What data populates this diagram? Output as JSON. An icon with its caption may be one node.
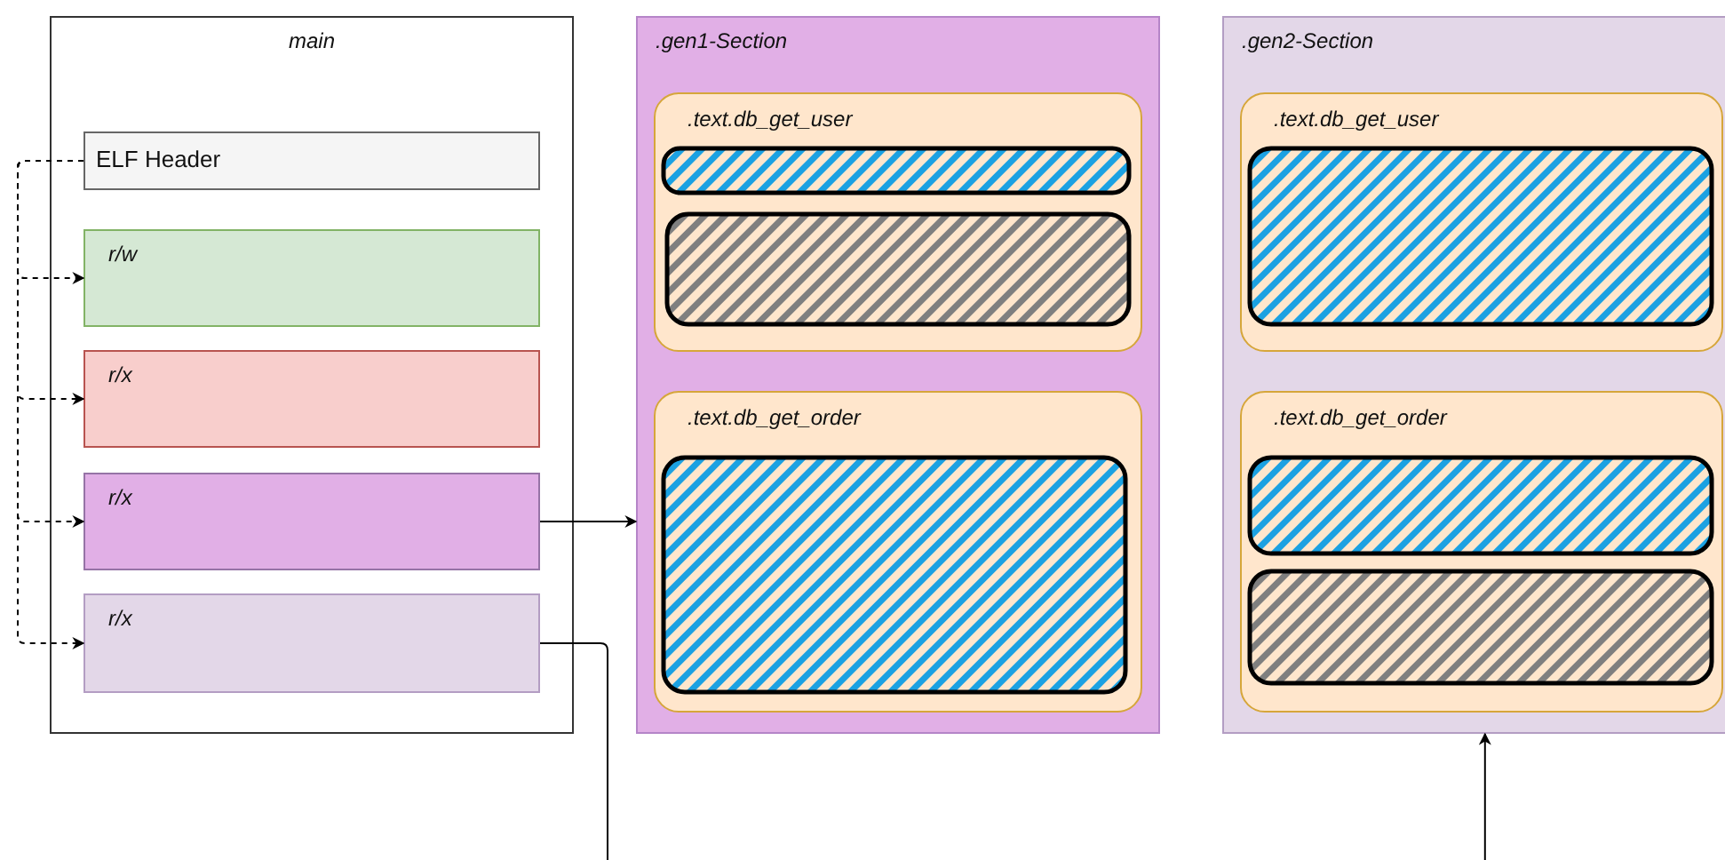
{
  "diagram": {
    "nodes": [
      {
        "text": [
          "main"
        ]
      },
      {
        "text": [
          "ELF Header"
        ],
        "in": 0
      },
      {
        "text": [
          "r/w"
        ],
        "in": 0
      },
      {
        "text": [
          "r/x"
        ],
        "in": 0
      },
      {
        "text": [
          "r/x"
        ],
        "in": 0
      },
      {
        "text": [
          "r/x"
        ],
        "in": 0
      },
      {
        "text": [
          ".gen1-Section"
        ]
      },
      {
        "text": [
          ".text.db_get_user"
        ],
        "in": 6
      },
      {
        "text": [],
        "shape": "box",
        "in": 7
      },
      {
        "text": [],
        "shape": "box",
        "in": 7
      },
      {
        "text": [
          ".text.db_get_order"
        ],
        "in": 6
      },
      {
        "text": [],
        "shape": "box",
        "in": 10
      },
      {
        "text": [
          ".gen2-Section"
        ]
      },
      {
        "text": [
          ".text.db_get_user"
        ],
        "in": 12
      },
      {
        "text": [],
        "shape": "box",
        "in": 13
      },
      {
        "text": [
          ".text.db_get_order"
        ],
        "in": 12
      },
      {
        "text": [],
        "shape": "box",
        "in": 15
      },
      {
        "text": [],
        "shape": "box",
        "in": 15
      }
    ],
    "edges": [
      {
        "from": 1,
        "to": 2,
        "arrow": "to",
        "style": "dashed"
      },
      {
        "from": 1,
        "to": 3,
        "arrow": "to",
        "style": "dashed"
      },
      {
        "from": 1,
        "to": 4,
        "arrow": "to",
        "style": "dashed"
      },
      {
        "from": 1,
        "to": 5,
        "arrow": "to",
        "style": "dashed"
      },
      {
        "from": 4,
        "to": 6,
        "arrow": "to"
      },
      {
        "from": 5,
        "to": null,
        "arrow": "none"
      },
      {
        "from": null,
        "to": 12,
        "arrow": "to"
      }
    ]
  }
}
